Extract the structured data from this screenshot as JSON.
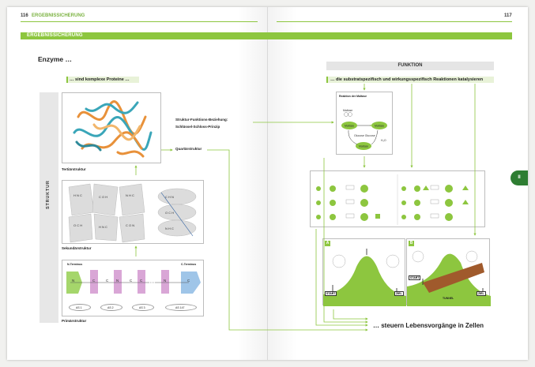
{
  "header": {
    "left_page_number": "116",
    "left_running_head": "ERGEBNISSICHERUNG",
    "right_page_number": "117"
  },
  "section_bar": "ERGEBNISSICHERUNG",
  "side_tab": "II",
  "colors": {
    "accent_green": "#8dc63f",
    "dark_green": "#2e7d32",
    "pink": "#d9a6d6",
    "blue": "#9fc5e8"
  },
  "left": {
    "title": "Enzyme …",
    "subtitle": "… sind komplexe Proteine …",
    "struktur_label": "STRUKTUR",
    "tertiaer_label": "Tertiärstruktur",
    "sekundaer_label": "Sekundärstruktur",
    "primaer_label": "Primärstruktur",
    "quartaer_label": "Quartärstruktur",
    "relation1": "Struktur-Funktions-Beziehung:",
    "relation2": "Schlüssel-Schloss-Prinzip",
    "n_terminus": "N-Terminus",
    "c_terminus": "C-Terminus",
    "amino_acids": [
      "AS 1",
      "AS 2",
      "AS 3",
      "AS 147"
    ]
  },
  "right": {
    "funktion": "FUNKTION",
    "subtitle": "… die substratspezifisch und wirkungsspezifisch Reaktionen katalysieren",
    "reaction_title": "Reaktion der Maltase",
    "maltose": "Maltose",
    "maltase": "Maltase",
    "glucose": "Glucose Glucose",
    "water": "H₂O",
    "panel_a": "A",
    "panel_b": "B",
    "start": "START",
    "ziel": "ZIEL",
    "tunnel": "TUNNEL",
    "final": "… steuern Lebensvorgänge in Zellen"
  }
}
